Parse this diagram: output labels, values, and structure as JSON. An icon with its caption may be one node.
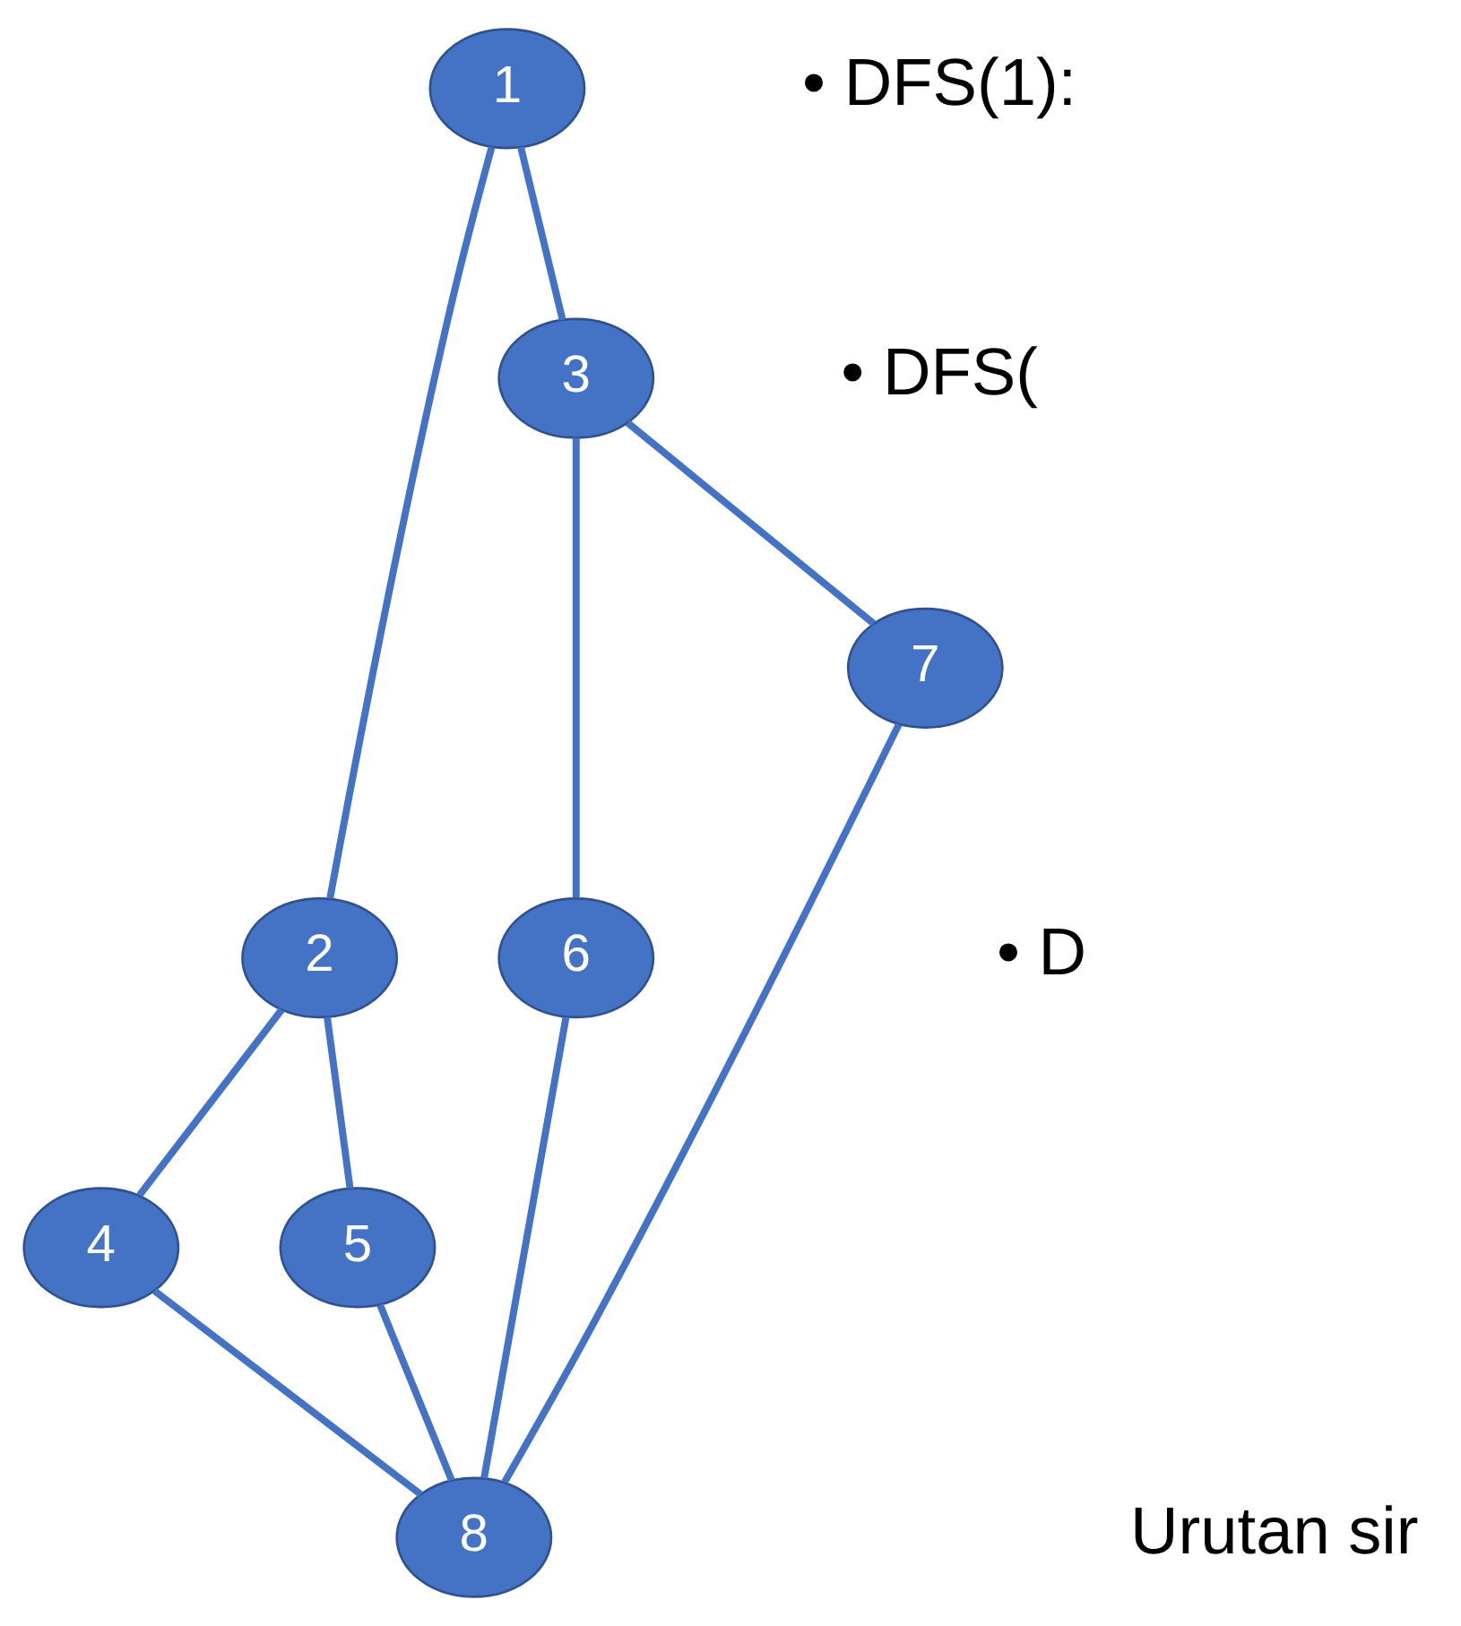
{
  "diagram": {
    "nodes": [
      {
        "text": [
          "1"
        ]
      },
      {
        "text": [
          "2"
        ]
      },
      {
        "text": [
          "3"
        ]
      },
      {
        "text": [
          "4"
        ]
      },
      {
        "text": [
          "5"
        ]
      },
      {
        "text": [
          "6"
        ]
      },
      {
        "text": [
          "7"
        ]
      },
      {
        "text": [
          "8"
        ]
      }
    ],
    "edges": [
      {
        "from": 0,
        "to": 1,
        "arrow": "none"
      },
      {
        "from": 0,
        "to": 2,
        "arrow": "none"
      },
      {
        "from": 1,
        "to": 3,
        "arrow": "none"
      },
      {
        "from": 1,
        "to": 4,
        "arrow": "none"
      },
      {
        "from": 2,
        "to": 5,
        "arrow": "none"
      },
      {
        "from": 2,
        "to": 6,
        "arrow": "none"
      },
      {
        "from": 3,
        "to": 7,
        "arrow": "none"
      },
      {
        "from": 4,
        "to": 7,
        "arrow": "none"
      },
      {
        "from": 5,
        "to": 7,
        "arrow": "none"
      },
      {
        "from": 6,
        "to": 7,
        "arrow": "none"
      }
    ],
    "labels": [
      "• DFS(1):",
      "• DFS(",
      "• D",
      "Urutan sir"
    ]
  }
}
